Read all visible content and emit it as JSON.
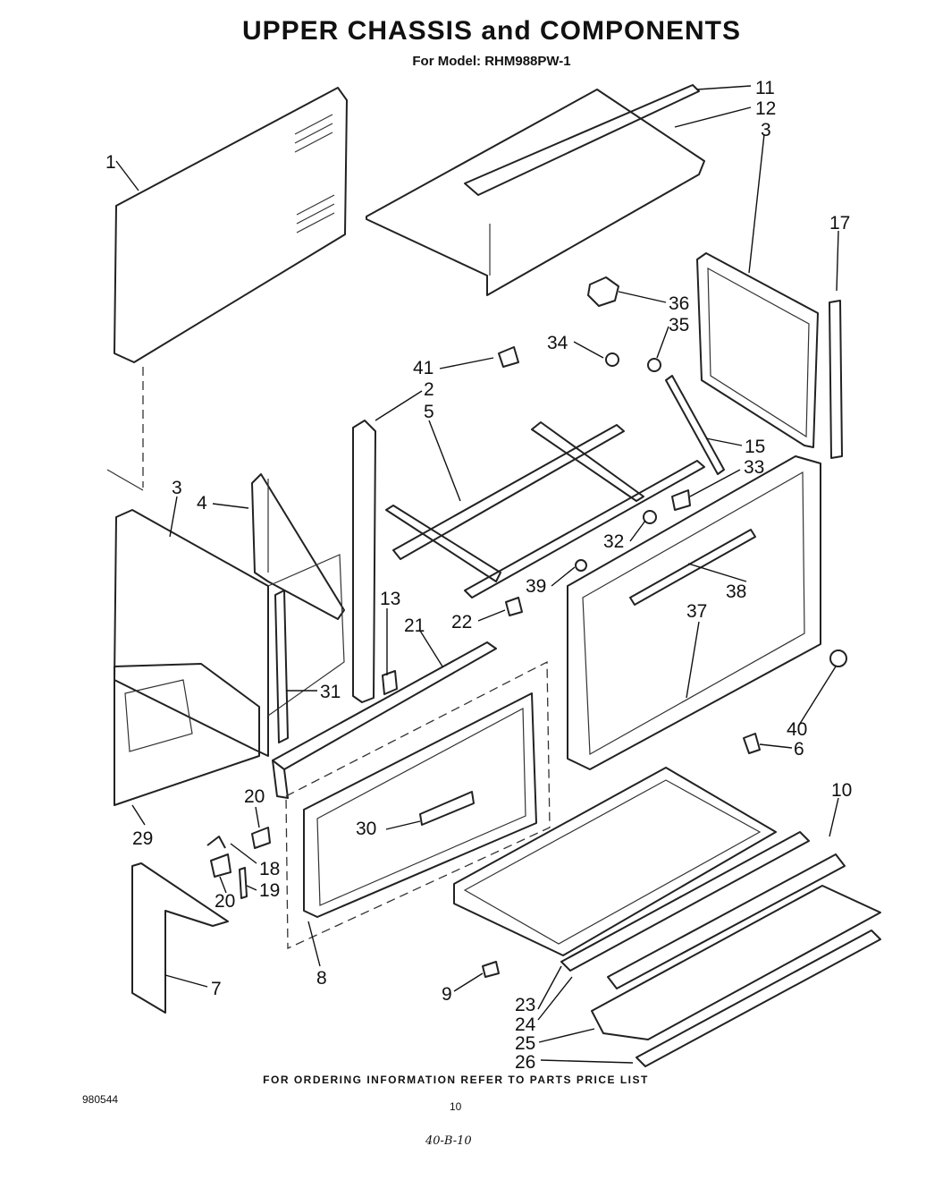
{
  "header": {
    "title": "UPPER CHASSIS and COMPONENTS",
    "subtitle": "For Model: RHM988PW-1"
  },
  "footer": {
    "ordering_note": "FOR ORDERING INFORMATION REFER TO PARTS PRICE LIST",
    "doc_number": "980544",
    "page_number": "10",
    "handwritten_note": "40-B-10"
  },
  "callouts": [
    "1",
    "11",
    "12",
    "3",
    "17",
    "36",
    "35",
    "34",
    "41",
    "2",
    "5",
    "15",
    "33",
    "3",
    "4",
    "32",
    "39",
    "38",
    "22",
    "37",
    "13",
    "21",
    "31",
    "40",
    "6",
    "20",
    "18",
    "19",
    "20",
    "30",
    "29",
    "10",
    "7",
    "8",
    "9",
    "23",
    "24",
    "25",
    "26"
  ]
}
